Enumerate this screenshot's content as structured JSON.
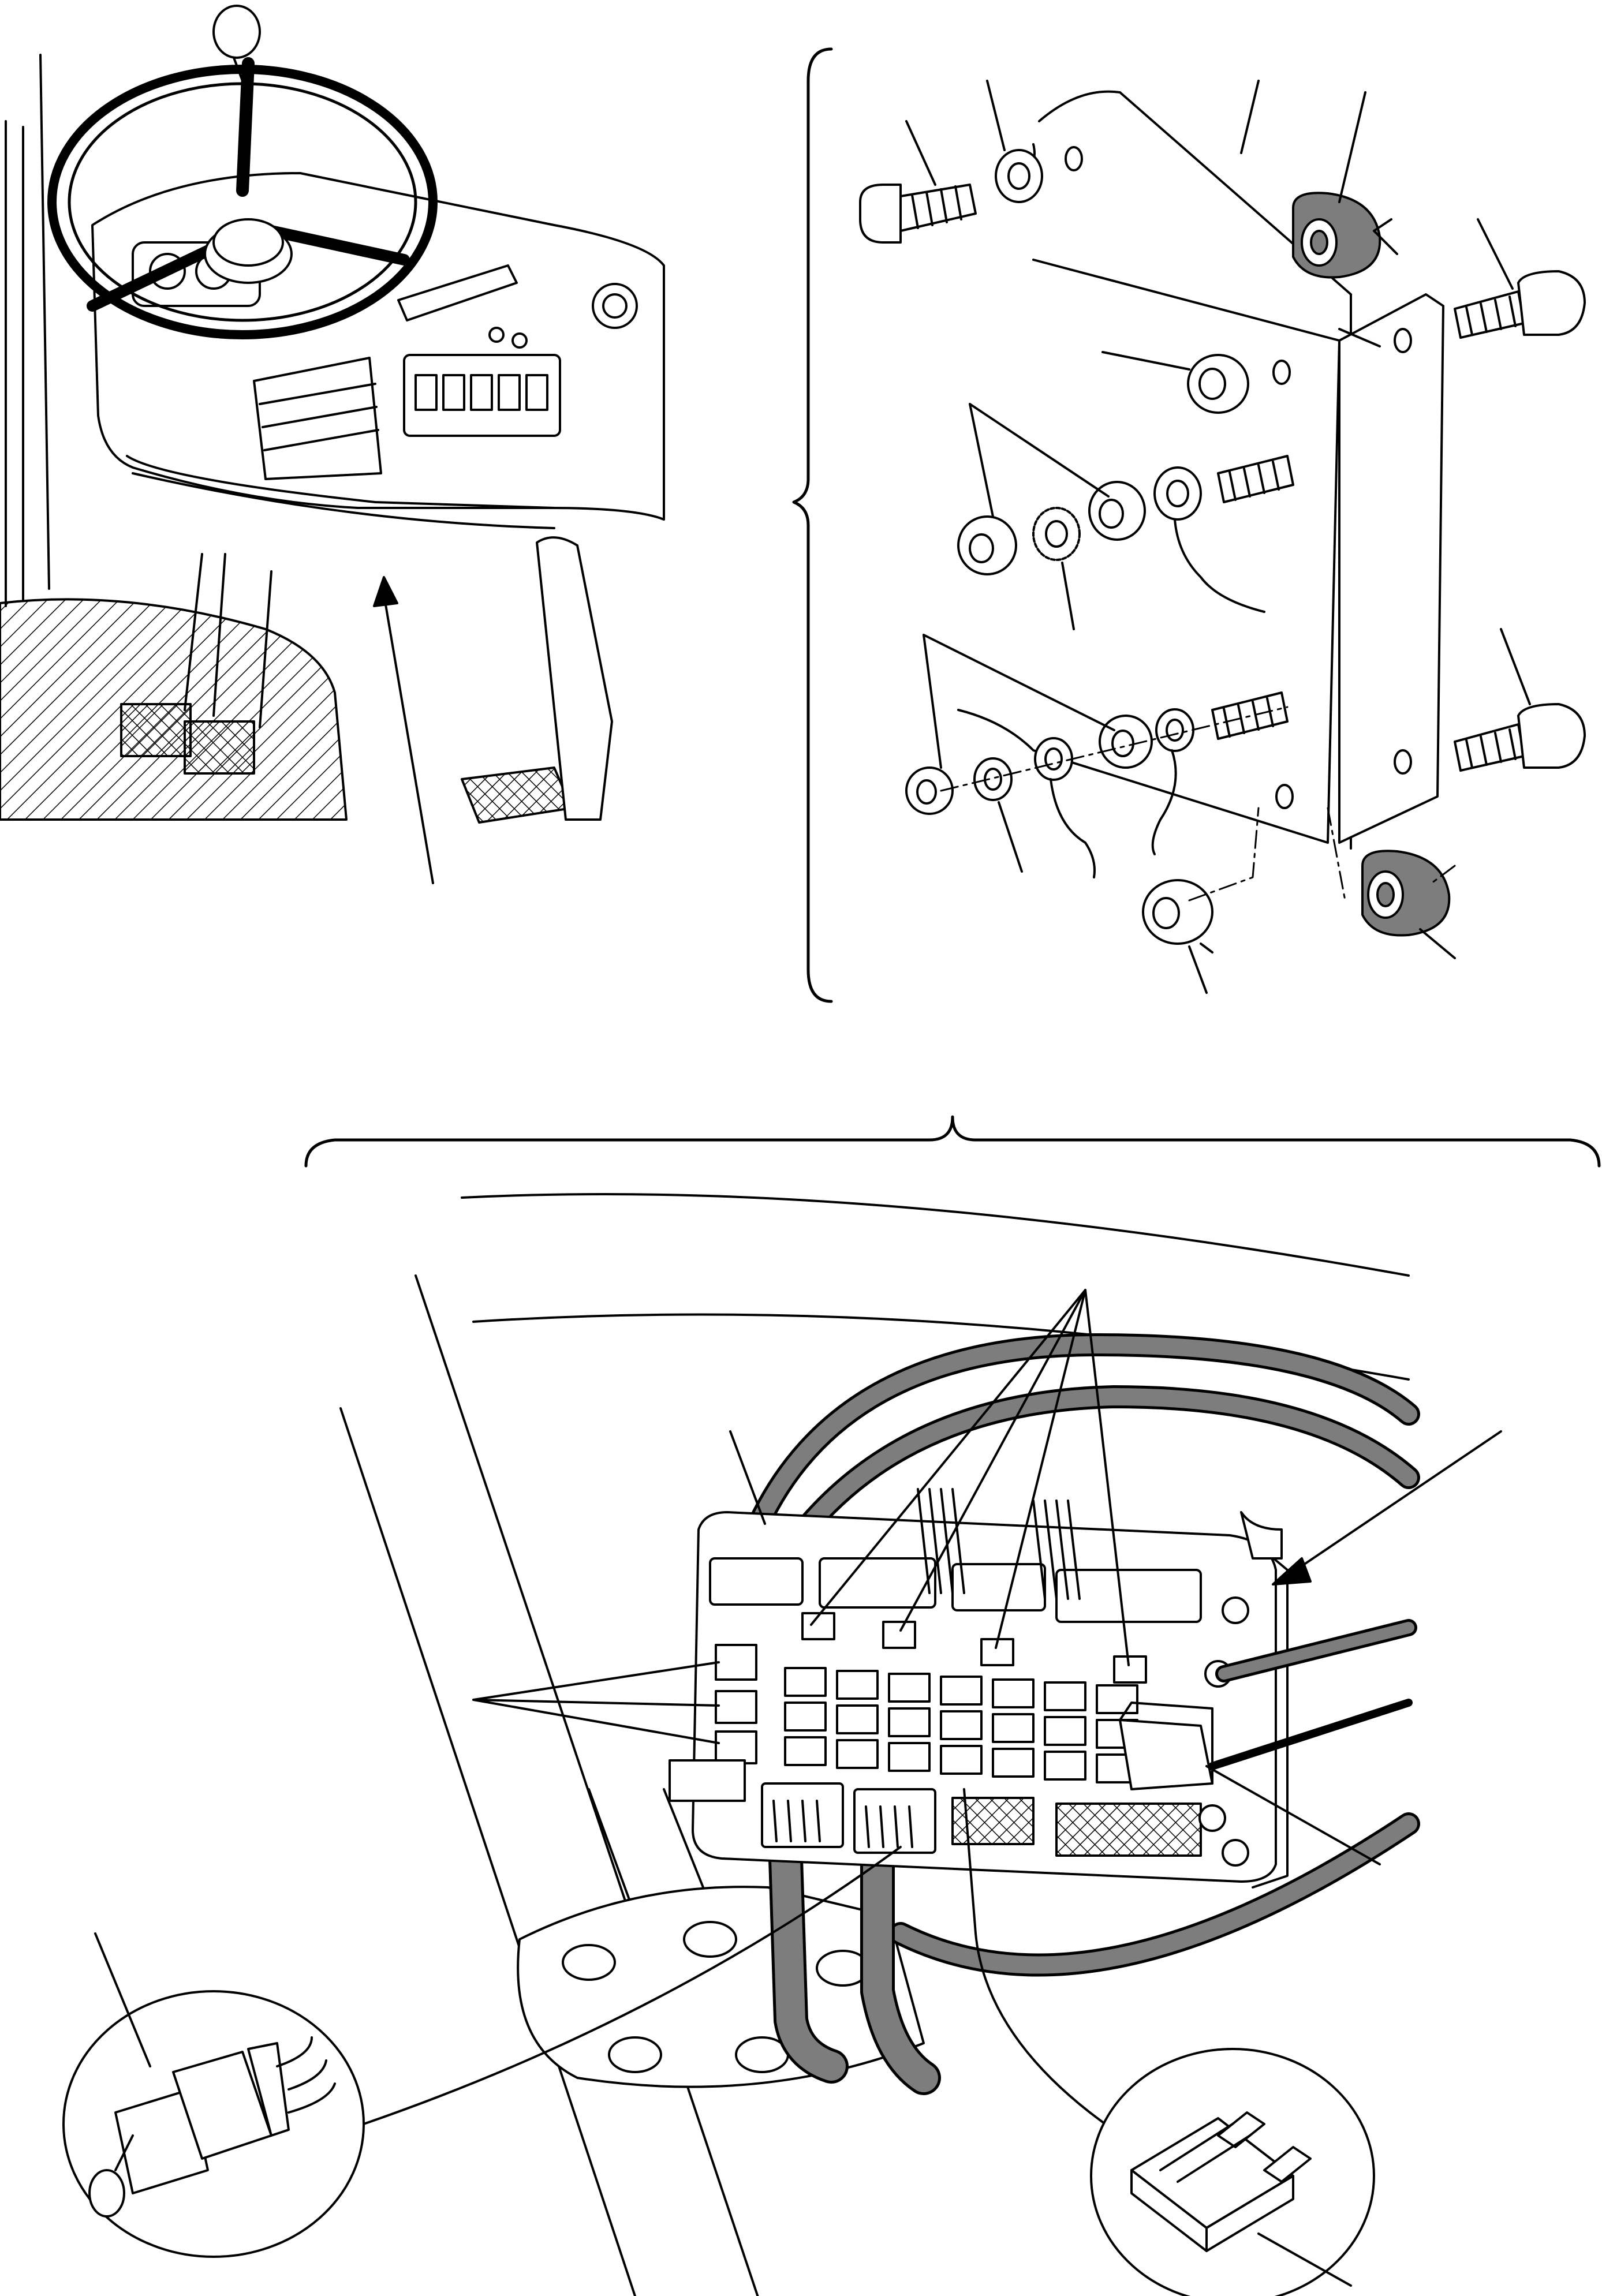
{
  "document": {
    "panels": [
      {
        "id": "cab-view",
        "description_icon": "cab-dashboard-icon"
      },
      {
        "id": "mounting-exploded-view",
        "description_icon": "exploded-hardware-icon"
      },
      {
        "id": "fuse-box-view",
        "description_icon": "fuse-box-icon"
      },
      {
        "id": "fuse-detail",
        "description_icon": "blade-fuse-icon"
      },
      {
        "id": "relay-detail",
        "description_icon": "relay-icon"
      }
    ],
    "colors": {
      "ink": "#000000",
      "paper": "#ffffff",
      "shade": "#7d7d7d"
    }
  }
}
